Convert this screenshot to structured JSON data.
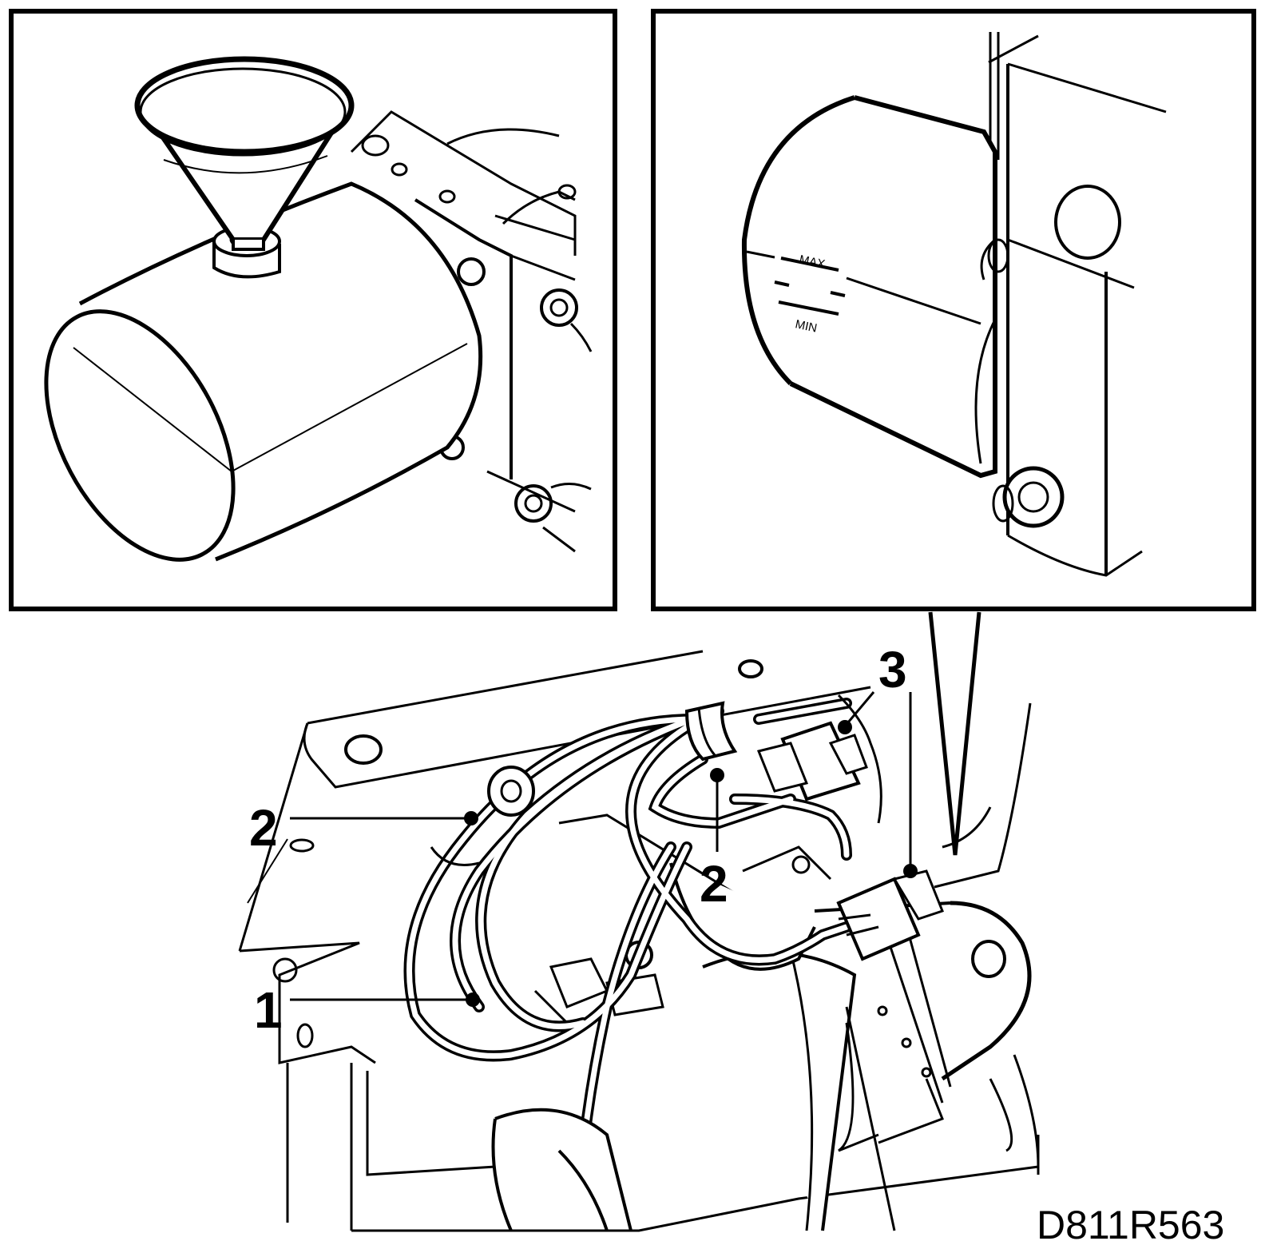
{
  "panel_left": {
    "description_icon": "funnel-icon"
  },
  "panel_right": {
    "level_max": "MAX",
    "level_min": "MIN"
  },
  "callouts": {
    "one": "1",
    "two_left": "2",
    "two_center": "2",
    "three": "3"
  },
  "figure_ref": "D811R563",
  "colors": {
    "ink": "#000000",
    "paper": "#ffffff"
  }
}
